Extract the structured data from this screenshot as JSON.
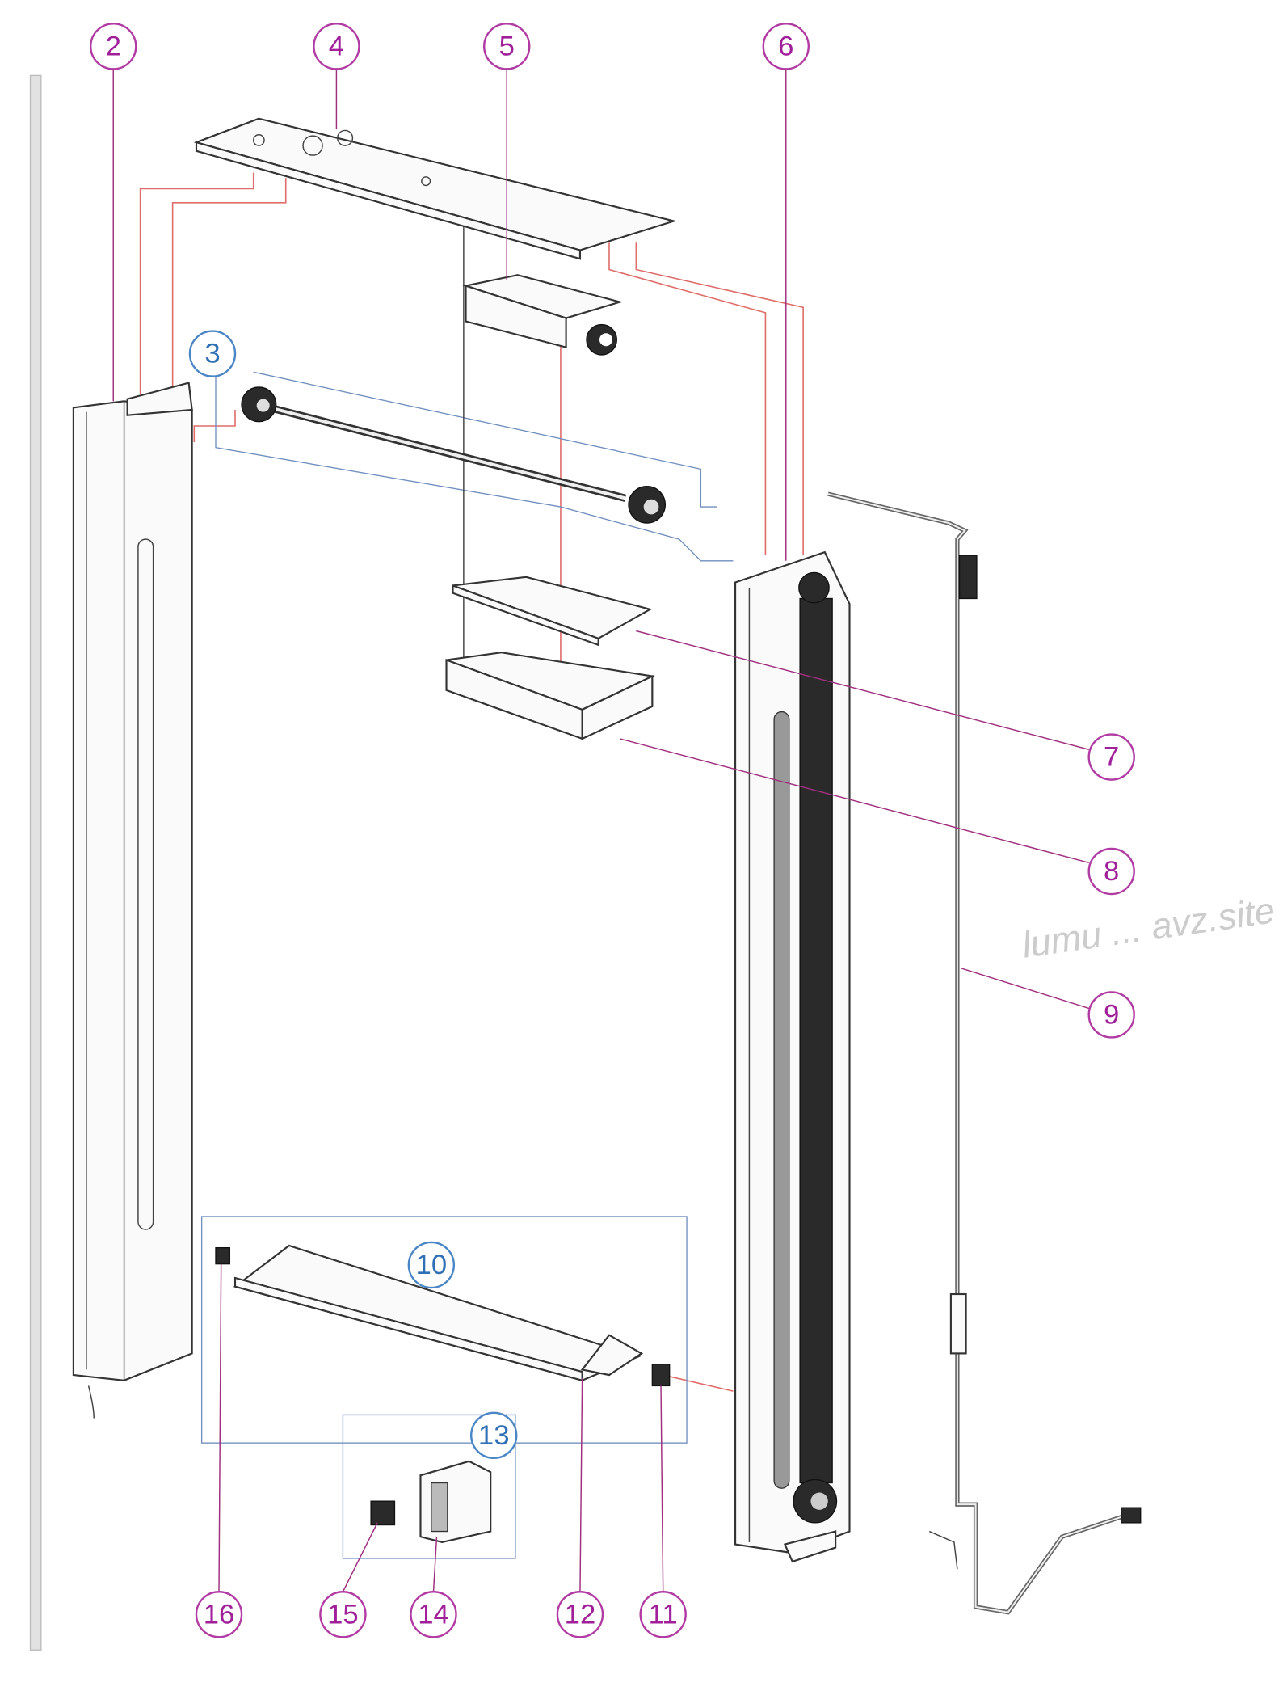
{
  "diagram": {
    "type": "exploded-parts-diagram",
    "callouts": [
      {
        "id": "2",
        "label": "2",
        "color": "#b13aa3"
      },
      {
        "id": "3",
        "label": "3",
        "color": "#4a86c6"
      },
      {
        "id": "4",
        "label": "4",
        "color": "#b13aa3"
      },
      {
        "id": "5",
        "label": "5",
        "color": "#b13aa3"
      },
      {
        "id": "6",
        "label": "6",
        "color": "#b13aa3"
      },
      {
        "id": "7",
        "label": "7",
        "color": "#b13aa3"
      },
      {
        "id": "8",
        "label": "8",
        "color": "#b13aa3"
      },
      {
        "id": "9",
        "label": "9",
        "color": "#b13aa3"
      },
      {
        "id": "10",
        "label": "10",
        "color": "#4a86c6"
      },
      {
        "id": "11",
        "label": "11",
        "color": "#b13aa3"
      },
      {
        "id": "12",
        "label": "12",
        "color": "#b13aa3"
      },
      {
        "id": "13",
        "label": "13",
        "color": "#4a86c6"
      },
      {
        "id": "14",
        "label": "14",
        "color": "#b13aa3"
      },
      {
        "id": "15",
        "label": "15",
        "color": "#b13aa3"
      },
      {
        "id": "16",
        "label": "16",
        "color": "#b13aa3"
      }
    ],
    "watermark": "lumu ... avz.site"
  }
}
